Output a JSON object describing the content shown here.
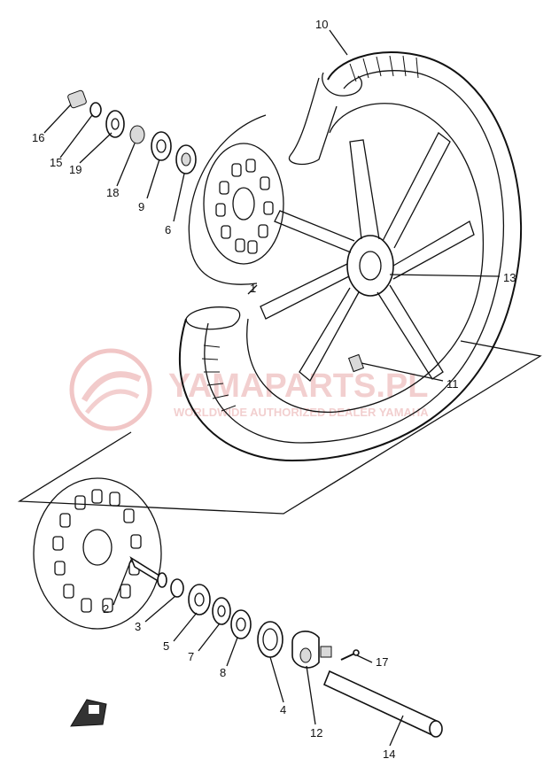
{
  "watermark": {
    "brand": "YAMAPARTS.PL",
    "tagline": "WORLDWIDE AUTHORIZED DEALER YAMAHA",
    "color": "#e07070"
  },
  "callouts": {
    "c1": "1",
    "c2": "2",
    "c3": "3",
    "c4": "4",
    "c5": "5",
    "c6": "6",
    "c7": "7",
    "c8": "8",
    "c9": "9",
    "c10": "10",
    "c11": "11",
    "c12": "12",
    "c13": "13",
    "c14": "14",
    "c15": "15",
    "c16": "16",
    "c17": "17",
    "c18": "18",
    "c19": "19"
  },
  "icons": {
    "direction": "front-arrow-icon",
    "logo": "watermark-logo-icon"
  }
}
